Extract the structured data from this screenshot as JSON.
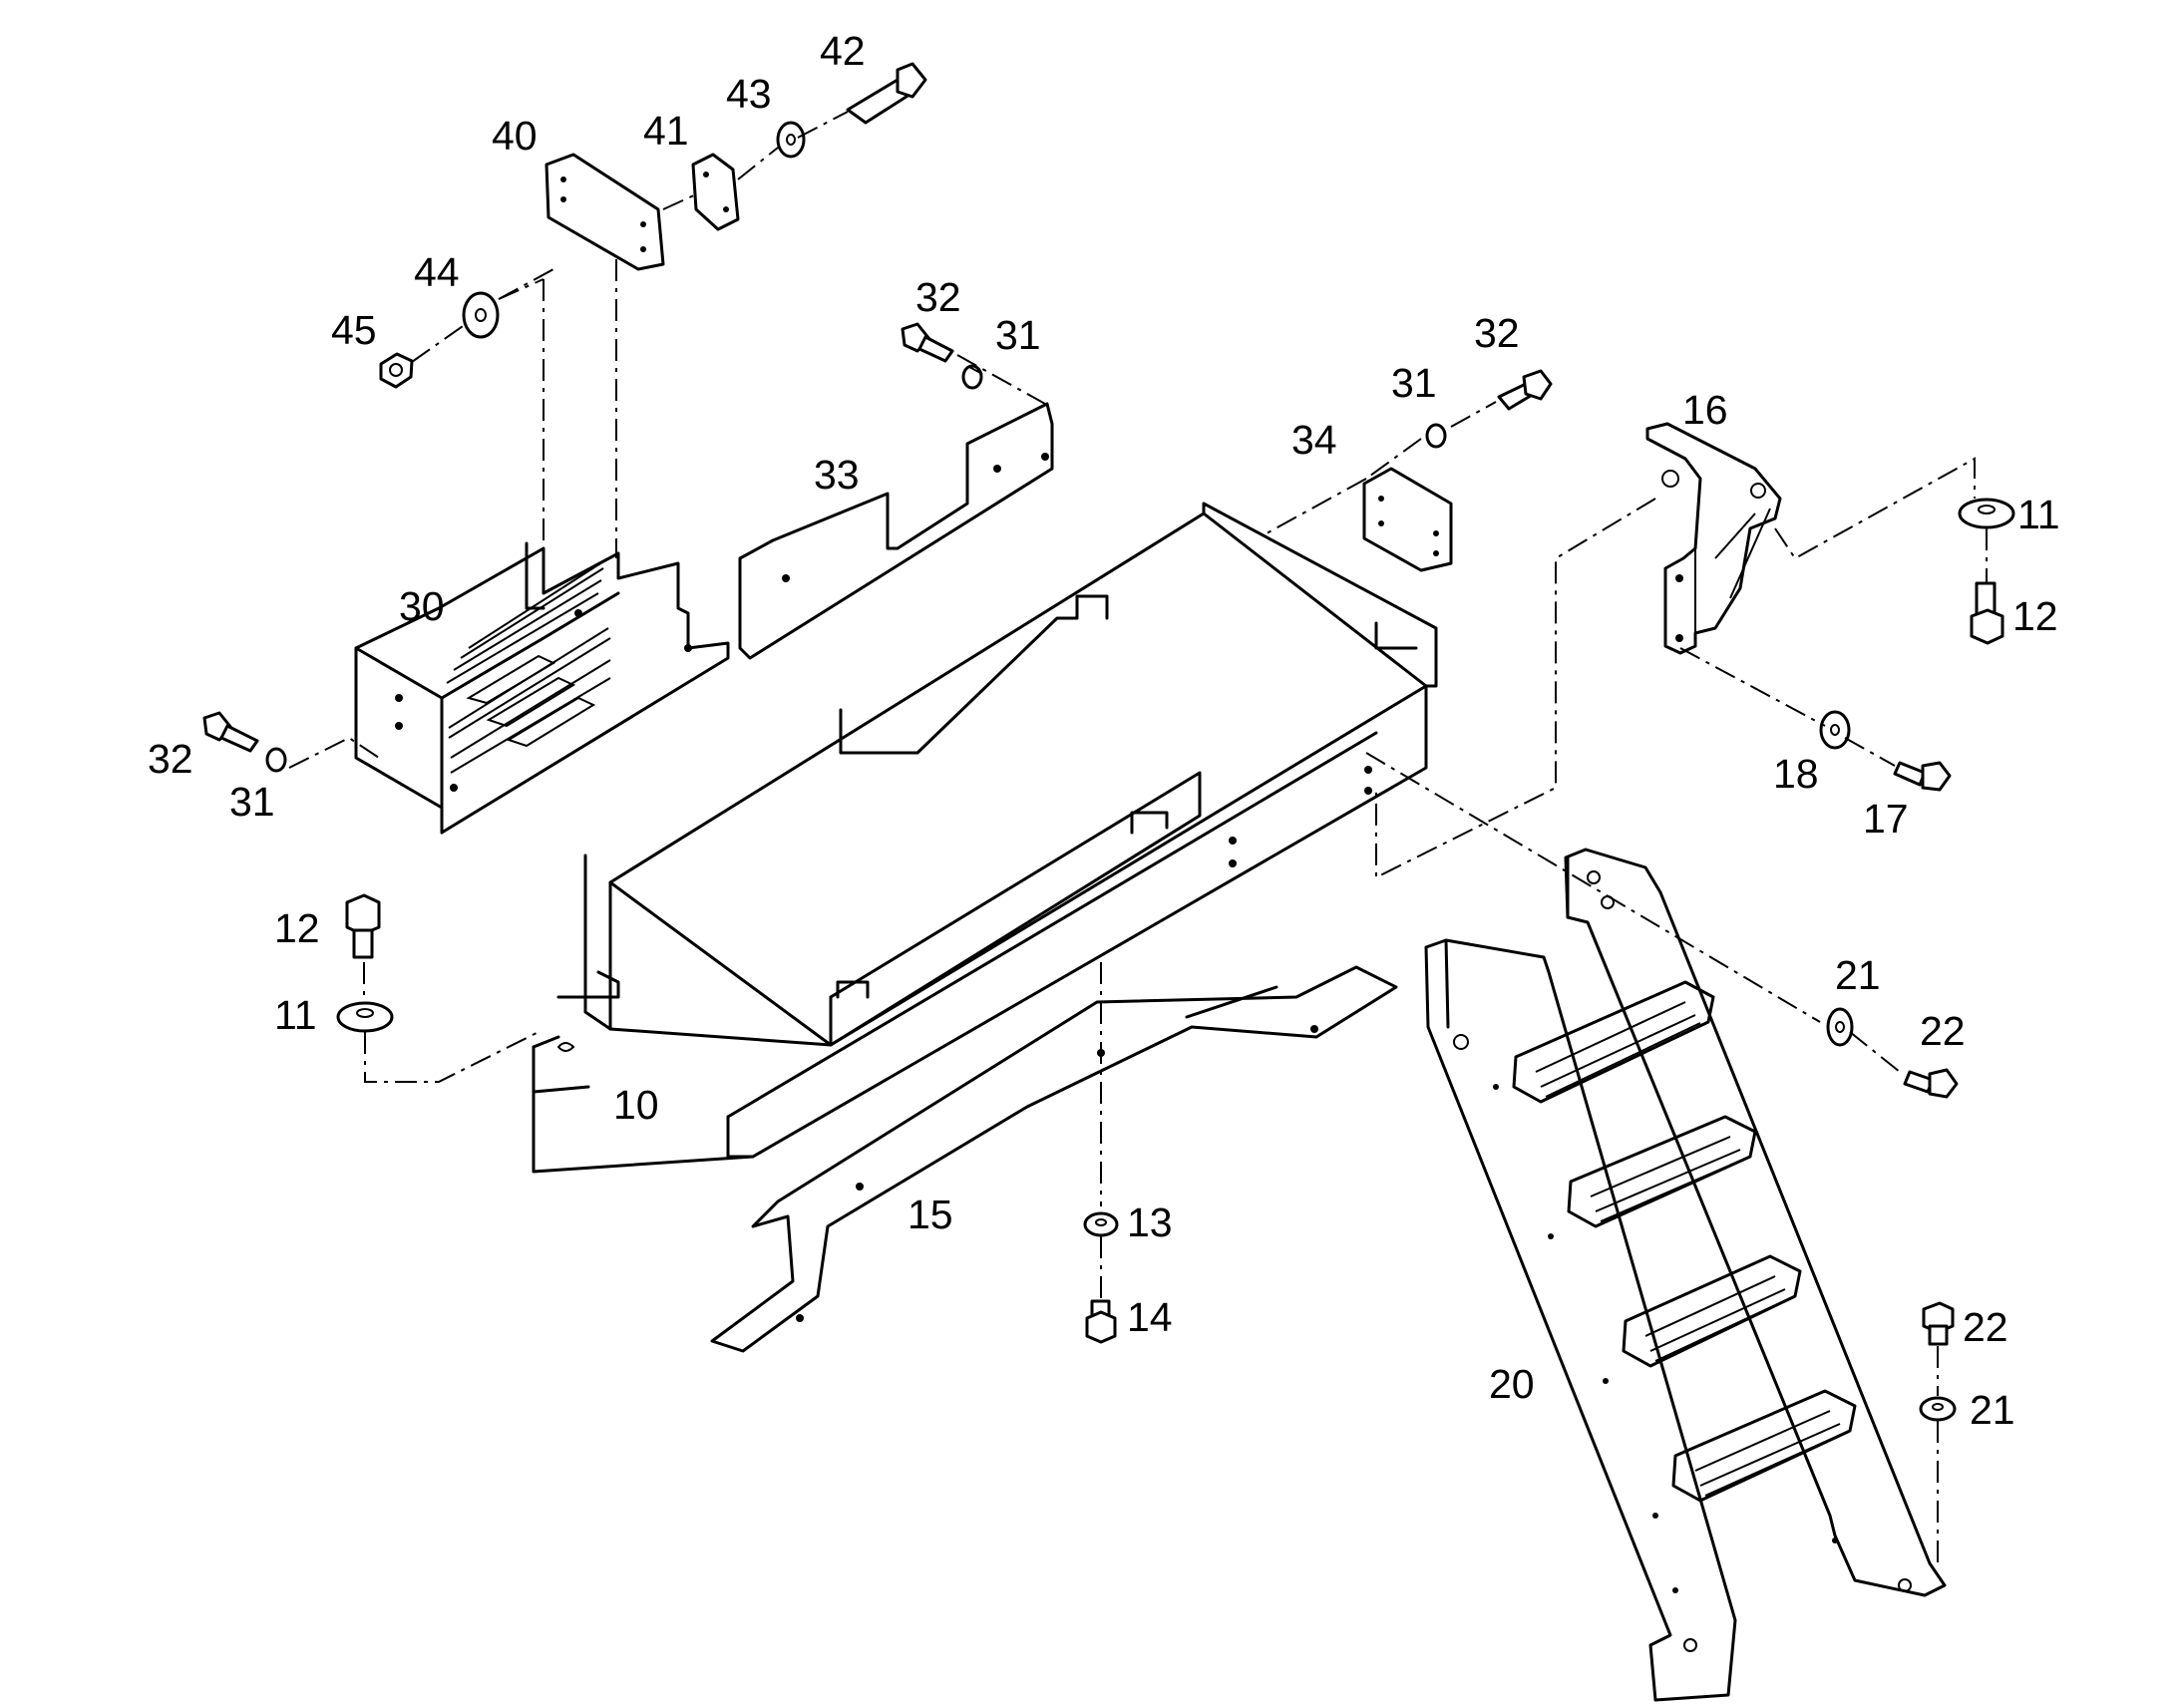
{
  "colors": {
    "line": "#000000",
    "background": "#ffffff"
  },
  "callouts": {
    "p10": "10",
    "p11a": "11",
    "p11b": "11",
    "p12a": "12",
    "p12b": "12",
    "p13": "13",
    "p14": "14",
    "p15": "15",
    "p16": "16",
    "p17": "17",
    "p18": "18",
    "p20": "20",
    "p21a": "21",
    "p21b": "21",
    "p22a": "22",
    "p22b": "22",
    "p30": "30",
    "p31a": "31",
    "p31b": "31",
    "p31c": "31",
    "p32a": "32",
    "p32b": "32",
    "p32c": "32",
    "p33": "33",
    "p34": "34",
    "p40": "40",
    "p41": "41",
    "p42": "42",
    "p43": "43",
    "p44": "44",
    "p45": "45"
  }
}
